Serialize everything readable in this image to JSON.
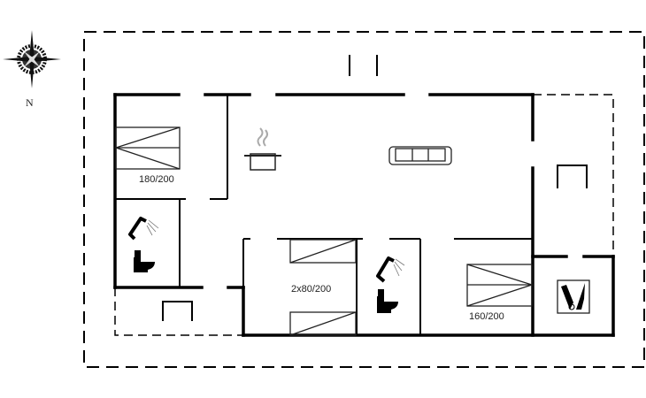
{
  "compass": {
    "label": "N"
  },
  "rooms": {
    "bedroom1_bed": "180/200",
    "bedroom2_bed": "2x80/200",
    "bedroom3_bed": "160/200"
  },
  "colors": {
    "wall": "#000000",
    "line": "#222222",
    "steam": "#aaaaaa"
  }
}
